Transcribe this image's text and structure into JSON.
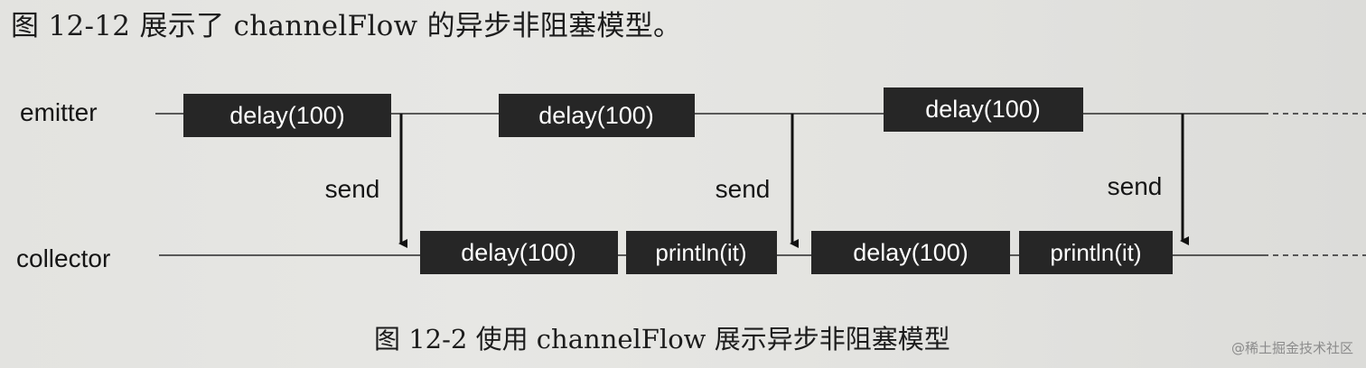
{
  "intro_text": "图 12-12 展示了 channelFlow 的异步非阻塞模型。",
  "caption": "图 12-2   使用 channelFlow 展示异步非阻塞模型",
  "watermark": "@稀土掘金技术社区",
  "lanes": {
    "emitter": "emitter",
    "collector": "collector"
  },
  "send_label": "send",
  "emitter_boxes": [
    "delay(100)",
    "delay(100)",
    "delay(100)"
  ],
  "collector_boxes": [
    "delay(100)",
    "println(it)",
    "delay(100)",
    "println(it)"
  ]
}
